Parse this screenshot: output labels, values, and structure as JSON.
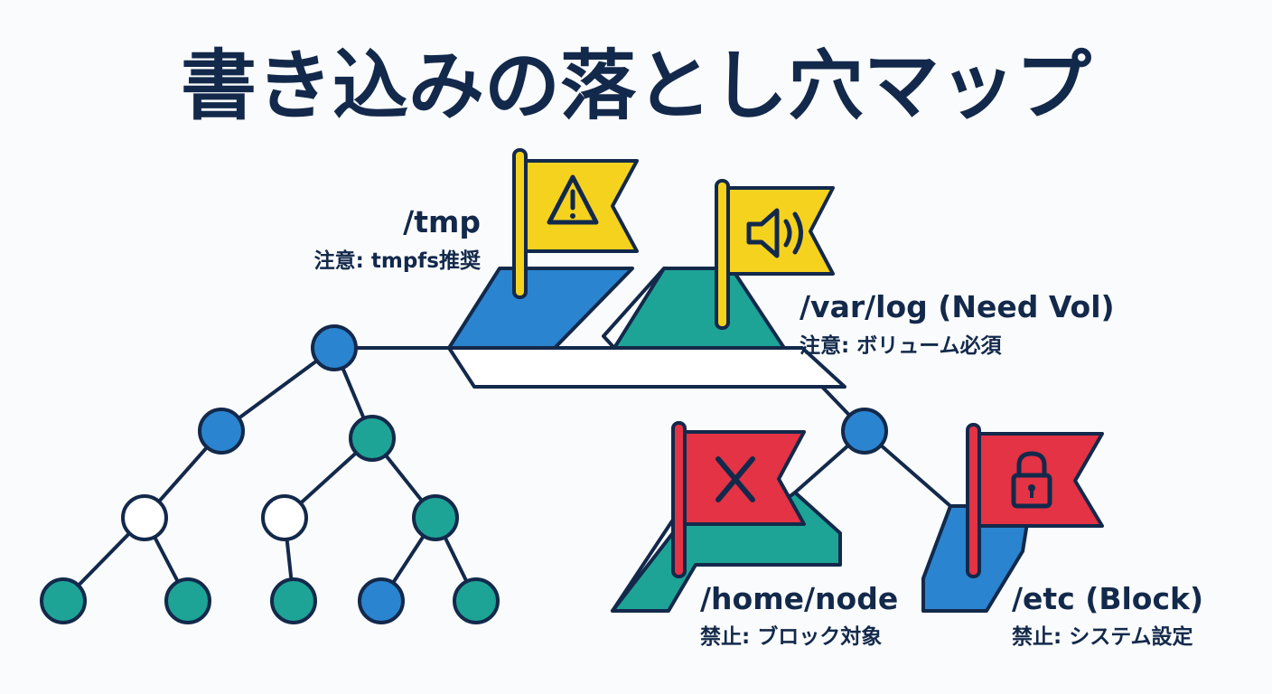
{
  "title": "書き込みの落とし穴マップ",
  "colors": {
    "navy": "#13294b",
    "blue": "#2b84cf",
    "teal": "#1ea497",
    "yellow": "#f5d21e",
    "red": "#e33345",
    "white": "#ffffff",
    "background": "#fafbfc"
  },
  "locations": {
    "tmp": {
      "path": "/tmp",
      "note": "注意: tmpfs推奨",
      "flag_color": "yellow",
      "icon": "warning-icon"
    },
    "varlog": {
      "path": "/var/log (Need Vol)",
      "note": "注意: ボリューム必須",
      "flag_color": "yellow",
      "icon": "speaker-icon"
    },
    "homenode": {
      "path": "/home/node",
      "note": "禁止: ブロック対象",
      "flag_color": "red",
      "icon": "x-icon"
    },
    "etc": {
      "path": "/etc (Block)",
      "note": "禁止: システム設定",
      "flag_color": "red",
      "icon": "lock-icon"
    }
  }
}
